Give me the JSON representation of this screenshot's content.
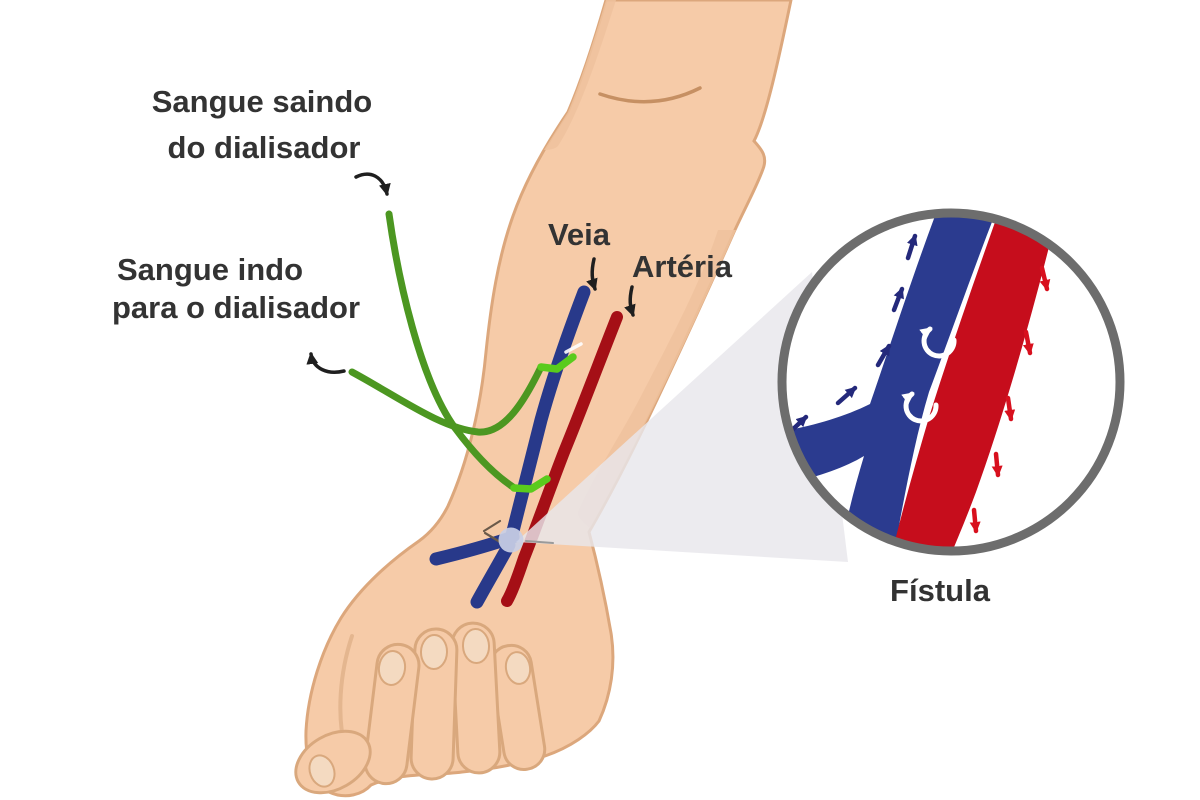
{
  "diagram": {
    "background": "#FFFFFF",
    "labels": {
      "blood_out_line1": "Sangue saindo",
      "blood_out_line2": "do dialisador",
      "blood_in_line1": "Sangue indo",
      "blood_in_line2": "para o dialisador",
      "vein": "Veia",
      "artery": "Artéria",
      "fistula": "Fístula"
    },
    "colors": {
      "skin": "#F6CBA8",
      "skin_shade": "#EFC29E",
      "skin_outline": "#DCA77C",
      "crease": "#C69063",
      "nail": "#F4DAC1",
      "vein": "#28398A",
      "artery": "#A50F16",
      "inset_vein": "#2B3B8F",
      "inset_artery": "#C60D1C",
      "tube_green": "#4C9721",
      "connector_green": "#5ACB1D",
      "cone_gray": "#E8E7EB",
      "node_lavender": "#C9CFE6",
      "ring_gray": "#6D6D6D",
      "text": "#333333",
      "label_arrow_black": "#1F1F1F",
      "flow_arrow_navy": "#24297B",
      "flow_arrow_red": "#D8101E"
    },
    "icons": [
      "curved-pointer-arrow-icon",
      "down-arrow-icon",
      "flow-up-arrow-icon",
      "flow-down-arrow-icon",
      "u-turn-flow-arrow-icon",
      "magnifier-circle-inset"
    ]
  }
}
